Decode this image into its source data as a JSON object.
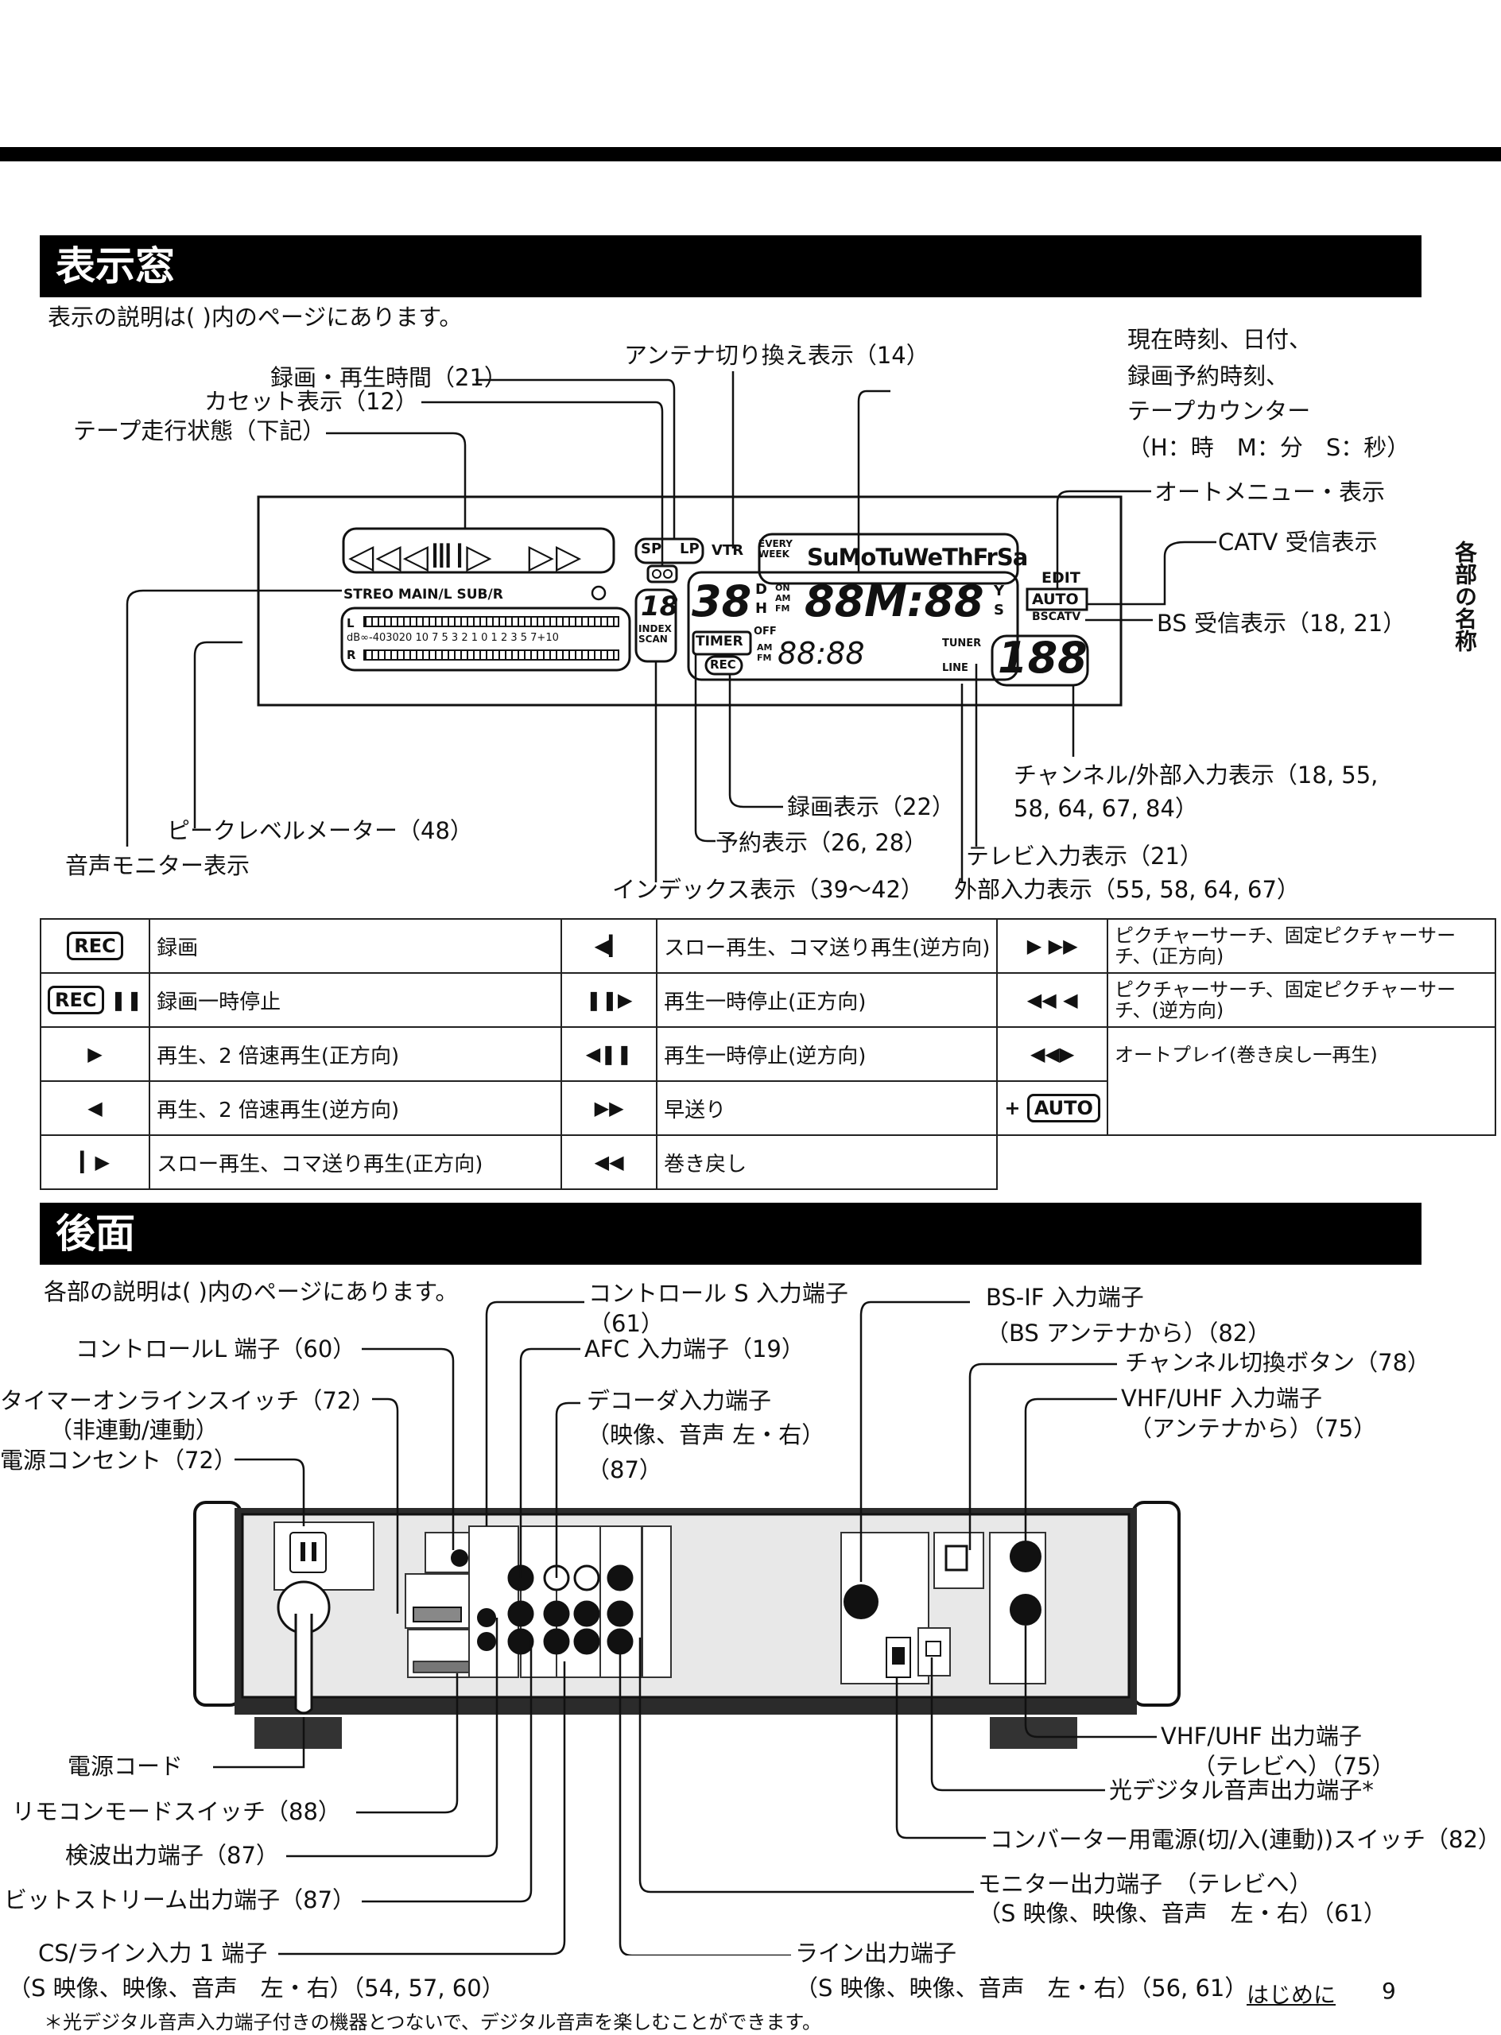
{
  "sections": {
    "display": {
      "title": "表示窓",
      "intro": "表示の説明は(  )内のページにあります。"
    },
    "rear": {
      "title": "後面",
      "intro": "各部の説明は(  )内のページにあります。"
    }
  },
  "side_tab": "各部の名称",
  "display_callouts": {
    "rec_time": "録画・再生時間（21）",
    "cassette": "カセット表示（12）",
    "tape_state": "テープ走行状態（下記）",
    "antenna": "アンテナ切り換え表示（14）",
    "clock_1": "現在時刻、日付、",
    "clock_2": "録画予約時刻、",
    "clock_3": "テープカウンター",
    "clock_4": "（H：時　M：分　S：秒）",
    "auto_menu": "オートメニュー・表示",
    "catv": "CATV 受信表示",
    "bs": "BS 受信表示（18, 21）",
    "channel_1": "チャンネル/外部入力表示（18, 55,",
    "channel_2": "58, 64, 67, 84）",
    "rec_ind": "録画表示（22）",
    "timer_ind": "予約表示（26, 28）",
    "tv_input": "テレビ入力表示（21）",
    "peak": "ピークレベルメーター（48）",
    "audio_mon": "音声モニター表示",
    "index": "インデックス表示（39〜42）",
    "ext_input": "外部入力表示（55, 58, 64, 67）"
  },
  "lcd": {
    "tape_glyphs": "◁◁◁ⅢⅠ▷　▷▷",
    "sp": "SP",
    "lp": "LP",
    "vtr": "VTR",
    "every": "EVERY",
    "week": "WEEK",
    "days": "SuMoTuWeThFrSa",
    "edit": "EDIT",
    "auto": "AUTO",
    "bscatv": "BSCATV",
    "audio_row": "STREO MAIN/L SUB/R",
    "meter_scale": "dB∞-403020 10 7 5 3 2 1 0 1 2 3 5 7+10",
    "ch_small": "18",
    "index": "INDEX",
    "scan": "SCAN",
    "days_digits": "38",
    "d": "D",
    "h": "H",
    "on": "ON",
    "am": "AM",
    "fm": "FM",
    "off": "OFF",
    "big_digits": "88M:88",
    "y": "Y",
    "s": "S",
    "timer": "TIMER",
    "rec": "REC",
    "small_digits": "88:88",
    "line": "LINE",
    "tuner": "TUNER",
    "channel": "188",
    "l": "L",
    "r": "R"
  },
  "legend_table": {
    "rows": [
      [
        {
          "sym": "REC",
          "desc": "録画"
        },
        {
          "sym": "◀▎",
          "desc": "スロー再生、コマ送り再生(逆方向)"
        },
        {
          "sym": "▶ ▶▶",
          "desc": "ピクチャーサーチ、固定ピクチャーサーチ、(正方向)"
        }
      ],
      [
        {
          "sym": "REC ❚❚",
          "desc": "録画一時停止"
        },
        {
          "sym": "❚❚▶",
          "desc": "再生一時停止(正方向)"
        },
        {
          "sym": "◀◀ ◀",
          "desc": "ピクチャーサーチ、固定ピクチャーサーチ、(逆方向)"
        }
      ],
      [
        {
          "sym": "▶",
          "desc": "再生、2 倍速再生(正方向)"
        },
        {
          "sym": "◀❚❚",
          "desc": "再生一時停止(逆方向)"
        },
        {
          "sym": "◀◀▶",
          "desc": "オートプレイ(巻き戻し一再生)"
        }
      ],
      [
        {
          "sym": "◀",
          "desc": "再生、2 倍速再生(逆方向)"
        },
        {
          "sym": "▶▶",
          "desc": "早送り"
        },
        {
          "sym": "+ AUTO",
          "desc": ""
        }
      ],
      [
        {
          "sym": "▎▶",
          "desc": "スロー再生、コマ送り再生(正方向)"
        },
        {
          "sym": "◀◀",
          "desc": "巻き戻し"
        }
      ]
    ]
  },
  "rear_callouts": {
    "control_s_1": "コントロール S 入力端子",
    "control_s_2": "（61）",
    "control_l": "コントロールL 端子（60）",
    "afc": "AFC 入力端子（19）",
    "timer_sw_1": "タイマーオンラインスイッチ（72）",
    "timer_sw_2": "（非連動/連動）",
    "power_outlet": "電源コンセント（72）",
    "decoder_1": "デコーダ入力端子",
    "decoder_2": "（映像、音声 左・右）",
    "decoder_3": "（87）",
    "bsif_1": "BS-IF 入力端子",
    "bsif_2": "（BS アンテナから）（82）",
    "ch_button": "チャンネル切換ボタン（78）",
    "vhf_in_1": "VHF/UHF 入力端子",
    "vhf_in_2": "（アンテナから）（75）",
    "power_cord": "電源コード",
    "remote_sw": "リモコンモードスイッチ（88）",
    "detect": "検波出力端子（87）",
    "bitstream": "ビットストリーム出力端子（87）",
    "cs_line_1": "CS/ライン入力 1 端子",
    "cs_line_2": "（S 映像、映像、音声　左・右）（54, 57, 60）",
    "vhf_out_1": "VHF/UHF 出力端子",
    "vhf_out_2": "（テレビへ）（75）",
    "optical": "光デジタル音声出力端子*",
    "converter": "コンバーター用電源(切/入(連動))スイッチ（82）",
    "monitor_1": "モニター出力端子　（テレビへ）",
    "monitor_2": "（S 映像、映像、音声　左・右）（61）",
    "line_out_1": "ライン出力端子",
    "line_out_2": "（S 映像、映像、音声　左・右）（56, 61）"
  },
  "footer": {
    "section": "はじめに",
    "page": "9",
    "footnote": "＊光デジタル音声入力端子付きの機器とつないで、デジタル音声を楽しむことができます。"
  }
}
